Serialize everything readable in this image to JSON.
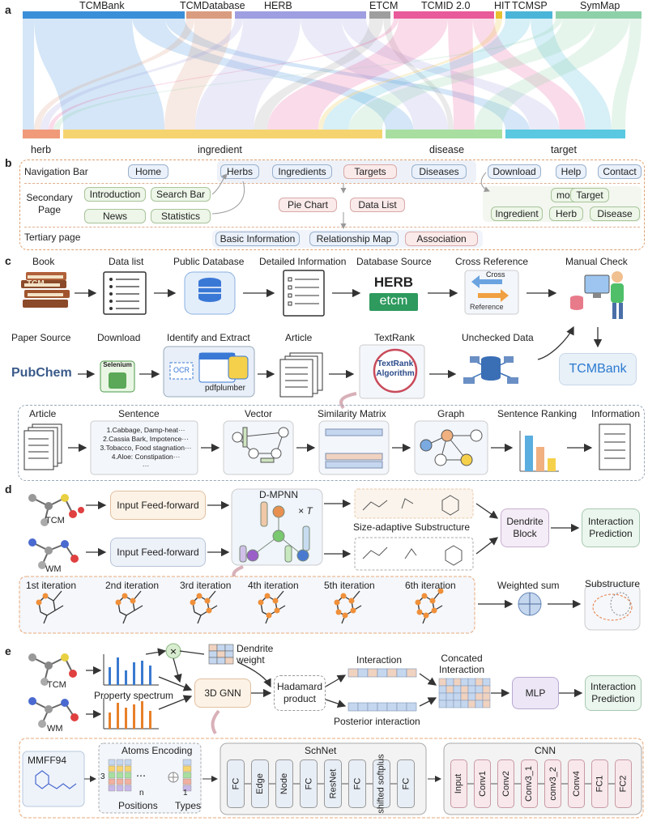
{
  "panels": {
    "a": "a",
    "b": "b",
    "c": "c",
    "d": "d",
    "e": "e"
  },
  "a": {
    "sources": [
      "TCMBank",
      "TCMDatabase",
      "HERB",
      "ETCM",
      "TCMID 2.0",
      "HIT",
      "TCMSP",
      "SymMap"
    ],
    "targets": [
      "herb",
      "ingredient",
      "disease",
      "target"
    ],
    "colors": [
      "#3a8fd9",
      "#d99c80",
      "#9e9ee0",
      "#9e9e9e",
      "#e85a9a",
      "#e8c030",
      "#4ab5d8",
      "#8ed0a8"
    ],
    "target_colors": [
      "#f09a7a",
      "#f5d470",
      "#a8dfa0",
      "#5ac8e0"
    ]
  },
  "b": {
    "rows": [
      "Navigation Bar",
      "Secondary Page",
      "Tertiary page"
    ],
    "nav": [
      "Home",
      "Herbs",
      "Ingredients",
      "Targets",
      "Diseases",
      "Download",
      "Help",
      "Contact"
    ],
    "secondary": [
      "Introduction",
      "Search Bar",
      "News",
      "Statistics",
      "Pie Chart",
      "Data List",
      "mol2",
      "Target",
      "Ingredient",
      "Herb",
      "Disease"
    ],
    "tertiary": [
      "Basic Information",
      "Relationship Map",
      "Association"
    ]
  },
  "c": {
    "top_labels": [
      "Book",
      "Data list",
      "Public Database",
      "Detailed Information",
      "Database Source",
      "Cross Reference",
      "Manual Check"
    ],
    "mid_labels": [
      "Paper Source",
      "Download",
      "Identify and Extract",
      "Article",
      "TextRank",
      "Unchecked Data"
    ],
    "pubchem": "PubChem",
    "selenium": "Selenium",
    "ocr": "OCR",
    "pdfplumber": "pdfplumber",
    "herb_logo": "HERB",
    "etcm_logo": "etcm",
    "cross": "Cross",
    "reference": "Reference",
    "tcm_book": "TCM",
    "textrank_algo": [
      "TextRank",
      "Algorithm"
    ],
    "tcmbank": "TCMBank",
    "pipeline": [
      "Article",
      "Sentence",
      "Vector",
      "Similarity Matrix",
      "Graph",
      "Sentence Ranking",
      "Information"
    ],
    "sentences": [
      "1.Cabbage, Damp-heat···",
      "2.Cassia Bark, Impotence···",
      "3.Tobacco, Food stagnation···",
      "4.Aloe: Constipation···",
      "···"
    ]
  },
  "d": {
    "tcm": "TCM",
    "wm": "WM",
    "ff1": "Input Feed-forward",
    "ff2": "Input Feed-forward",
    "dmpnn": "D-MPNN",
    "times": "× T",
    "size_adaptive": "Size-adaptive Substructure",
    "dendrite": [
      "Dendrite",
      "Block"
    ],
    "interaction": [
      "Interaction",
      "Prediction"
    ],
    "iterations": [
      "1st iteration",
      "2nd iteration",
      "3rd iteration",
      "4th iteration",
      "5th iteration",
      "6th iteration"
    ],
    "weighted_sum": "Weighted sum",
    "substructure": "Substructure"
  },
  "e": {
    "tcm": "TCM",
    "wm": "WM",
    "property": "Property spectrum",
    "dendrite_weight": [
      "Dendrite",
      "weight"
    ],
    "gnn": "3D GNN",
    "hadamard": [
      "Hadamard",
      "product"
    ],
    "interaction": "Interaction",
    "posterior": "Posterior interaction",
    "concated": [
      "Concated",
      "Interaction"
    ],
    "mlp": "MLP",
    "pred": [
      "Interaction",
      "Prediction"
    ],
    "mmff": "MMFF94",
    "atoms_enc": "Atoms Encoding",
    "positions": "Positions",
    "types": "Types",
    "n": "n",
    "three": "3",
    "one": "1",
    "schnet": "SchNet",
    "schnet_layers": [
      "FC",
      "Edge",
      "Node",
      "FC",
      "ResNet",
      "FC",
      "shifted softplus",
      "FC"
    ],
    "cnn": "CNN",
    "cnn_layers": [
      "Input",
      "Conv1",
      "Conv2",
      "Conv3_1",
      "conv3_2",
      "Conv4",
      "FC1",
      "FC2"
    ]
  }
}
